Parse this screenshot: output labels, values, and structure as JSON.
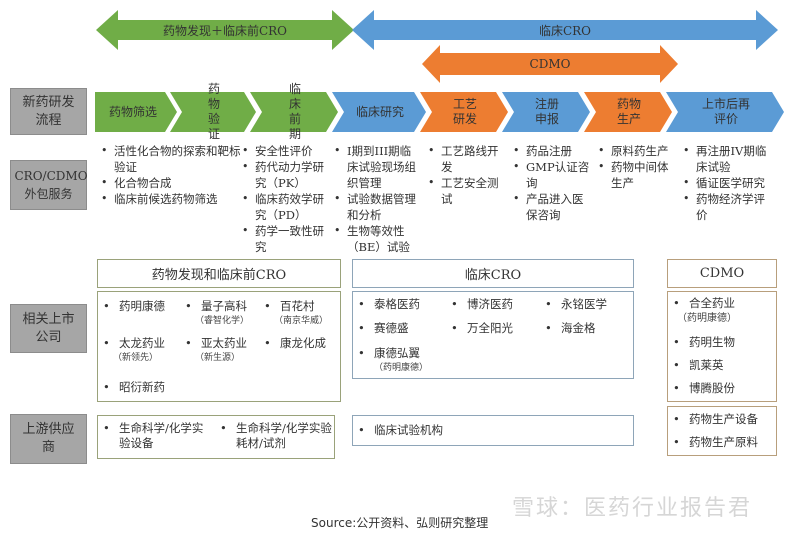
{
  "top_arrows": {
    "preclinical": {
      "label": "药物发现＋临床前CRO",
      "color": "#70ad47"
    },
    "clinical": {
      "label": "临床CRO",
      "color": "#5b9bd5"
    },
    "cdmo": {
      "label": "CDMO",
      "color": "#ed7d31"
    }
  },
  "row_labels": {
    "process": "新药研发流程",
    "services": "CRO/CDMO外包服务",
    "companies": "相关上市公司",
    "suppliers": "上游供应商"
  },
  "process_steps": [
    {
      "label": "药物筛选",
      "color": "#70ad47"
    },
    {
      "label": "药物验证",
      "color": "#70ad47"
    },
    {
      "label": "临床前期",
      "color": "#70ad47"
    },
    {
      "label": "临床研究",
      "color": "#5b9bd5"
    },
    {
      "label": "工艺研发",
      "color": "#ed7d31"
    },
    {
      "label": "注册申报",
      "color": "#5b9bd5"
    },
    {
      "label": "药物生产",
      "color": "#ed7d31"
    },
    {
      "label": "上市后再评价",
      "color": "#5b9bd5"
    }
  ],
  "services": {
    "discovery": [
      "活性化合物的探索和靶标验证",
      "化合物合成",
      "临床前候选药物筛选"
    ],
    "preclinical": [
      "安全性评价",
      "药代动力学研究（PK）",
      "临床药效学研究（PD）",
      "药学一致性研究"
    ],
    "clinical": [
      "I期到III期临床试验现场组织管理",
      "试验数据管理和分析",
      "生物等效性（BE）试验"
    ],
    "process": [
      "工艺路线开发",
      "工艺安全测试"
    ],
    "registration": [
      "药品注册",
      "GMP认证咨询",
      "产品进入医保咨询"
    ],
    "production": [
      "原料药生产",
      "药物中间体生产"
    ],
    "post_market": [
      "再注册IV期临床试验",
      "循证医学研究",
      "药物经济学评价"
    ]
  },
  "company_groups": {
    "preclinical": {
      "header": "药物发现和临床前CRO",
      "items": [
        {
          "name": "药明康德",
          "sub": ""
        },
        {
          "name": "量子高科",
          "sub": "（睿智化学）"
        },
        {
          "name": "百花村",
          "sub": "（南京华威）"
        },
        {
          "name": "太龙药业",
          "sub": "（新领先）"
        },
        {
          "name": "亚太药业",
          "sub": "（新生源）"
        },
        {
          "name": "康龙化成",
          "sub": ""
        },
        {
          "name": "昭衍新药",
          "sub": ""
        }
      ]
    },
    "clinical": {
      "header": "临床CRO",
      "items": [
        {
          "name": "泰格医药",
          "sub": ""
        },
        {
          "name": "博济医药",
          "sub": ""
        },
        {
          "name": "永铭医学",
          "sub": ""
        },
        {
          "name": "赛德盛",
          "sub": ""
        },
        {
          "name": "万全阳光",
          "sub": ""
        },
        {
          "name": "海金格",
          "sub": ""
        },
        {
          "name": "康德弘翼",
          "sub": "（药明康德）"
        }
      ]
    },
    "cdmo": {
      "header": "CDMO",
      "items": [
        {
          "name": "合全药业",
          "sub": "（药明康德）"
        },
        {
          "name": "药明生物",
          "sub": ""
        },
        {
          "name": "凯莱英",
          "sub": ""
        },
        {
          "name": "博腾股份",
          "sub": ""
        }
      ]
    }
  },
  "suppliers": {
    "preclinical": [
      "生命科学/化学实验设备",
      "生命科学/化学实验耗材/试剂"
    ],
    "clinical": [
      "临床试验机构"
    ],
    "cdmo": [
      "药物生产设备",
      "药物生产原料"
    ]
  },
  "source": "Source:公开资料、弘则研究整理",
  "watermark": "雪球：医药行业报告君"
}
